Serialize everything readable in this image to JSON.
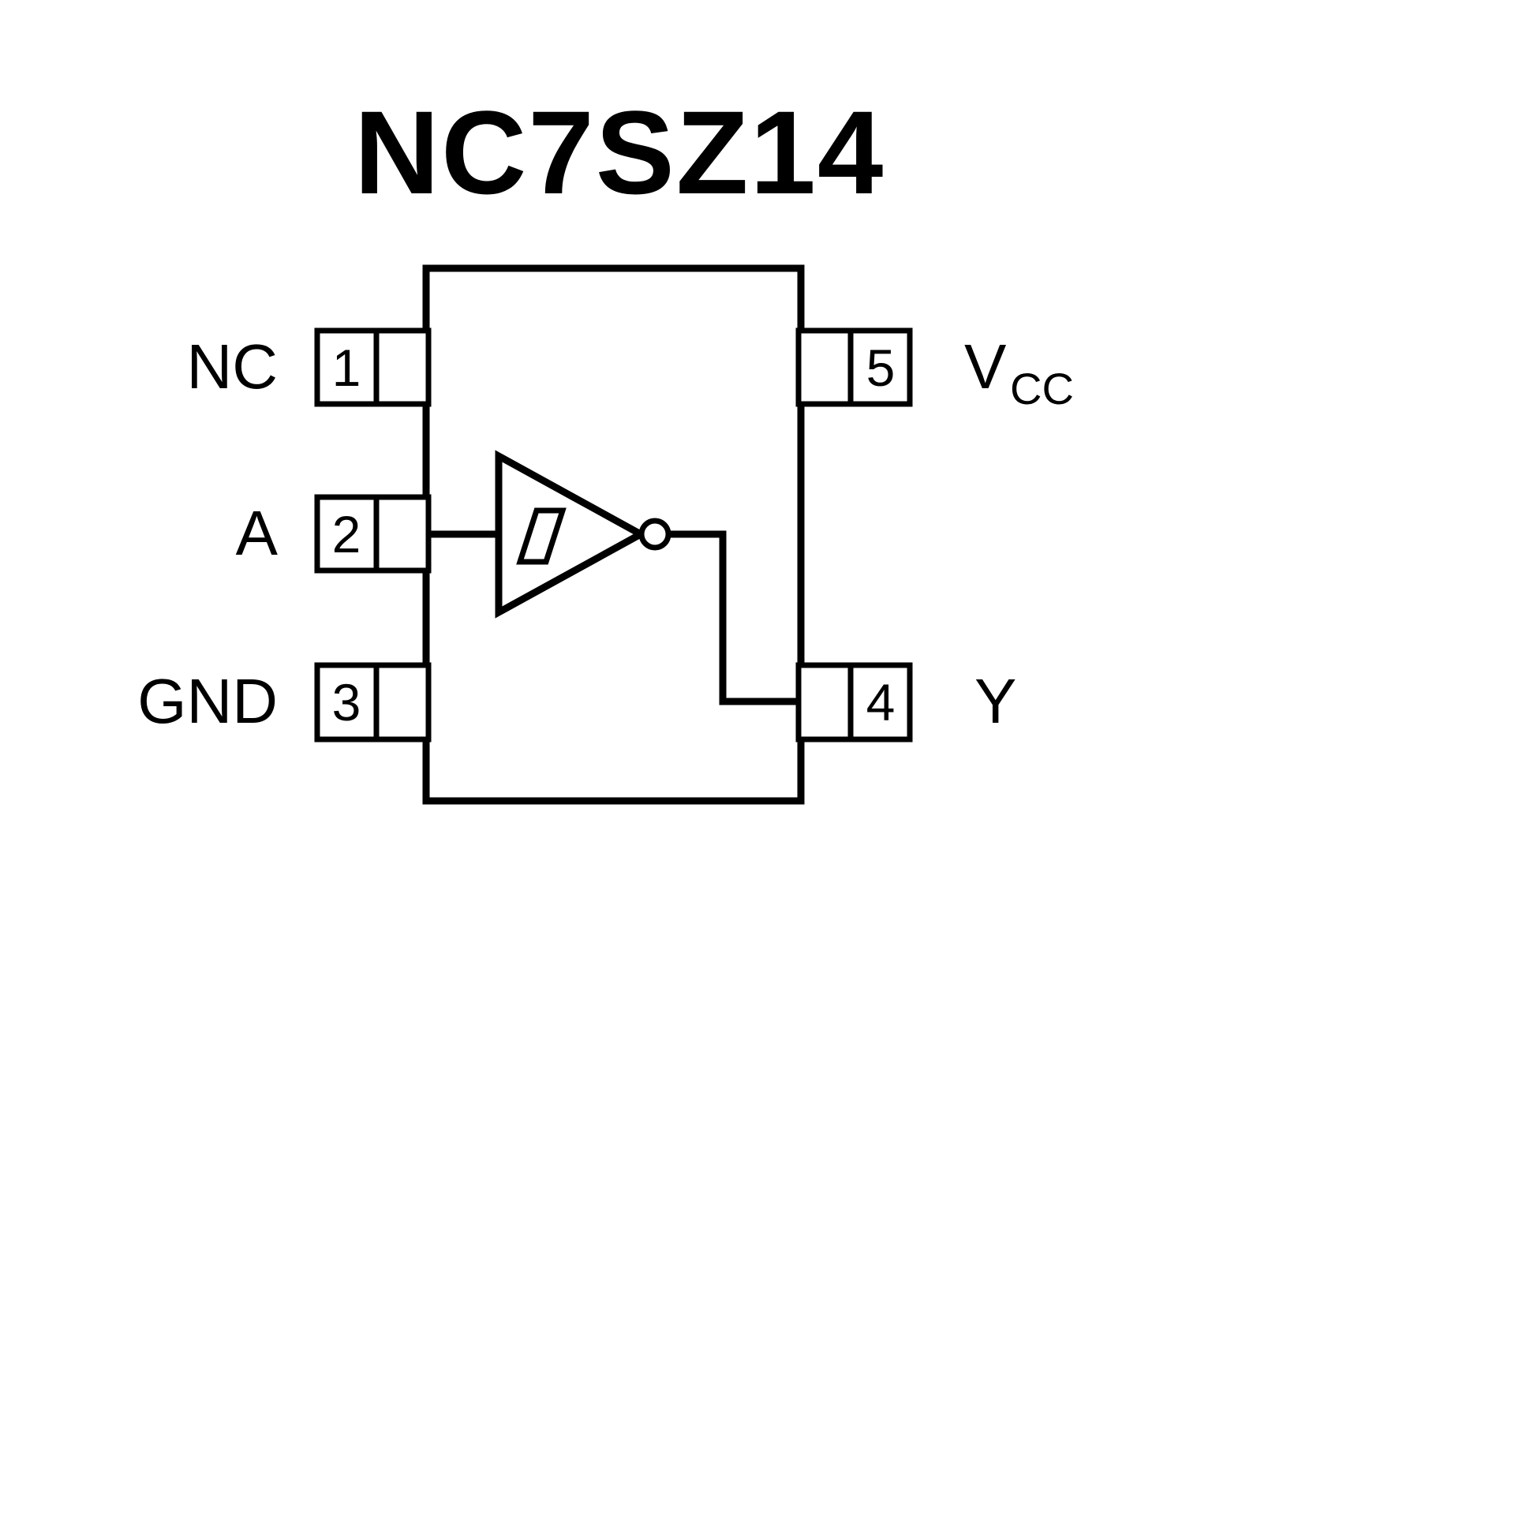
{
  "title": "NC7SZ14",
  "diagram": {
    "type": "ic-pinout",
    "colors": {
      "line": "#000000",
      "background": "#ffffff"
    },
    "pins": {
      "p1": {
        "number": "1",
        "label": "NC",
        "side": "left"
      },
      "p2": {
        "number": "2",
        "label": "A",
        "side": "left"
      },
      "p3": {
        "number": "3",
        "label": "GND",
        "side": "left"
      },
      "p4": {
        "number": "4",
        "label": "Y",
        "side": "right"
      },
      "p5": {
        "number": "5",
        "label": "V",
        "label_sub": "CC",
        "side": "right"
      }
    },
    "icons": {
      "gate": "schmitt-trigger-inverter-icon",
      "hysteresis": "hysteresis-symbol-icon",
      "bubble": "inversion-bubble-icon"
    }
  }
}
